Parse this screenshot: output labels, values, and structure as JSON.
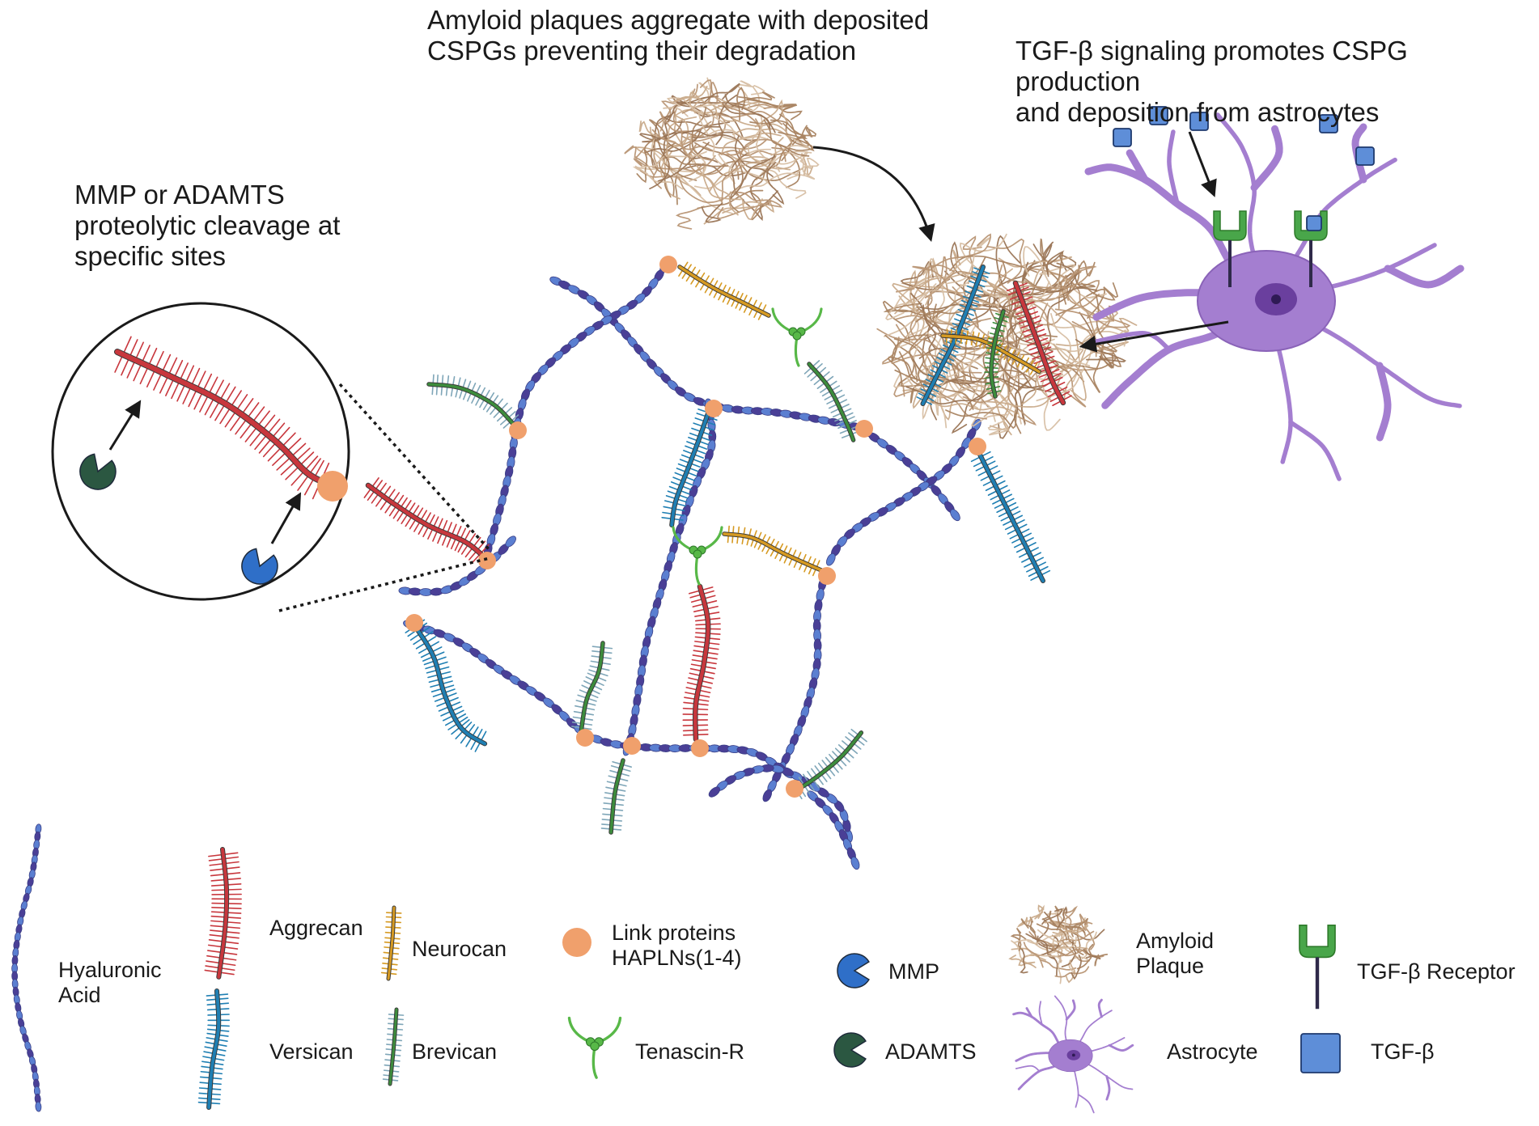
{
  "captions": {
    "amyloid_line1": "Amyloid plaques aggregate with deposited",
    "amyloid_line2": "CSPGs preventing their degradation",
    "tgf_line1": "TGF-β signaling promotes CSPG production",
    "tgf_line2": "and deposition from astrocytes",
    "cleavage_line1": "MMP or ADAMTS",
    "cleavage_line2": "proteolytic cleavage at",
    "cleavage_line3": "specific sites"
  },
  "legend": {
    "hyaluronic_line1": "Hyaluronic",
    "hyaluronic_line2": "Acid",
    "aggrecan": "Aggrecan",
    "versican": "Versican",
    "neurocan": "Neurocan",
    "brevican": "Brevican",
    "link_line1": "Link proteins",
    "link_line2": "HAPLNs(1-4)",
    "tenascin": "Tenascin-R",
    "mmp": "MMP",
    "adamts": "ADAMTS",
    "amyloid_line1": "Amyloid",
    "amyloid_line2": "Plaque",
    "astrocyte": "Astrocyte",
    "receptor": "TGF-β Receptor",
    "tgfb": "TGF-β"
  },
  "colors": {
    "hyaluronic": "#5b7fd1",
    "hyaluronic_dark": "#4a3f96",
    "aggrecan": "#c8373d",
    "versican": "#1f7fb3",
    "neurocan": "#d69a22",
    "brevican": "#3d8d3d",
    "tenascin": "#58b848",
    "link": "#f0a06c",
    "mmp": "#2f6fc8",
    "adamts": "#2b5741",
    "amyloid": "#b99878",
    "astrocyte": "#a47ed0",
    "receptor": "#49a64a",
    "tgfb": "#5e8ed8"
  },
  "icons": {
    "hyaluronic": "hyaluronic-chain-icon",
    "aggrecan": "aggrecan-icon",
    "versican": "versican-icon",
    "neurocan": "neurocan-icon",
    "brevican": "brevican-icon",
    "link": "link-protein-icon",
    "tenascin": "tenascin-icon",
    "mmp": "mmp-icon",
    "adamts": "adamts-icon",
    "amyloid": "amyloid-plaque-icon",
    "astrocyte": "astrocyte-icon",
    "receptor": "tgf-receptor-icon",
    "tgfb": "tgf-beta-icon"
  }
}
